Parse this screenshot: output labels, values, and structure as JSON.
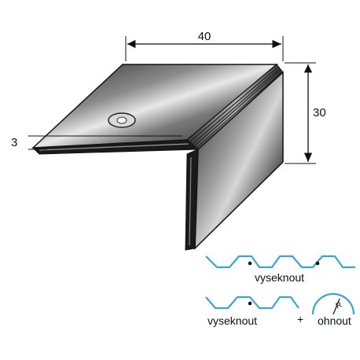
{
  "dimensions": {
    "width": "40",
    "height": "30",
    "thickness": "3"
  },
  "legend": {
    "cut_label_1": "vyseknout",
    "cut_label_2": "vyseknout",
    "plus_sign": "+",
    "bend_label": "ohnout",
    "bend_symbol": "R"
  },
  "colors": {
    "wave_lines": "#3aa6cf",
    "profile_dark": "#1a1a1a",
    "dimension_lines": "#111111"
  }
}
